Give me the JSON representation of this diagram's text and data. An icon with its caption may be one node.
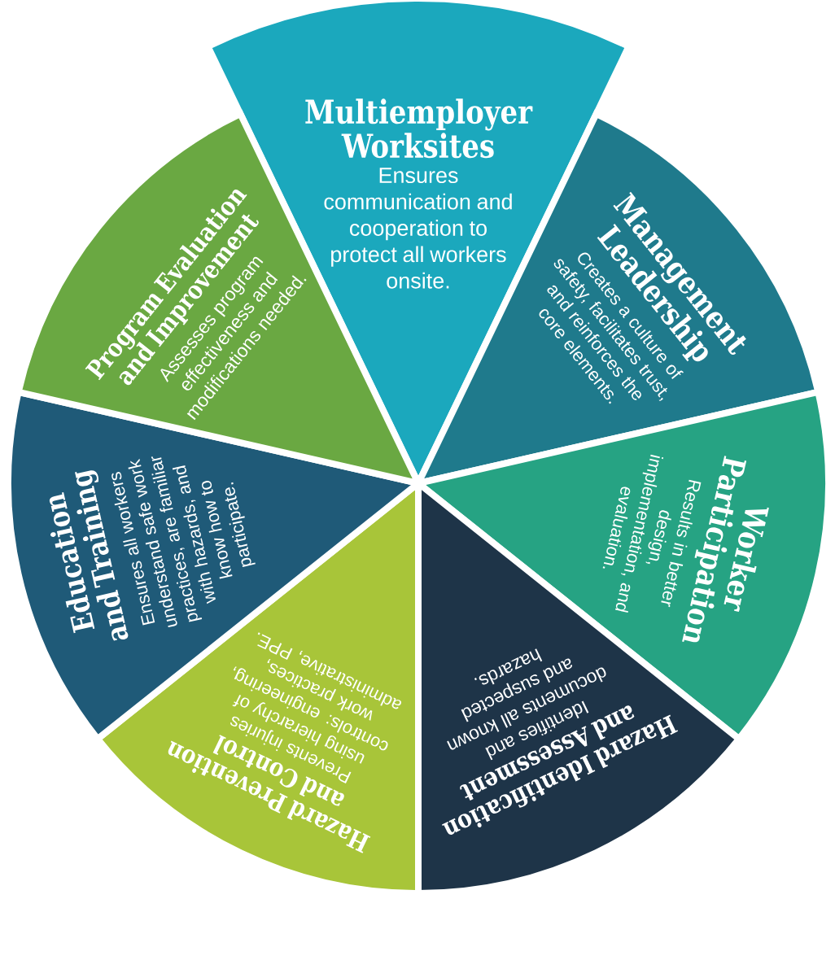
{
  "diagram": {
    "nodes": [
      {
        "text": [
          "Multiemployer Worksites",
          "Ensures communication and cooperation to protect all workers onsite."
        ]
      },
      {
        "text": [
          "Management Leadership",
          "Creates a culture of safety, facilitates trust, and reinforces the core elements."
        ]
      },
      {
        "text": [
          "Worker Participation",
          "Results in better design, implementation, and evaluation."
        ]
      },
      {
        "text": [
          "Hazard Identification and Assessment",
          "Identifies and documents all known and suspected hazards."
        ]
      },
      {
        "text": [
          "Hazard Prevention and Control",
          "Prevents injuries using hierarchy of controls: engineering, work practices, administrative, PPE."
        ]
      },
      {
        "text": [
          "Education and Training",
          "Ensures all workers understand safe work practices, are familiar with hazards, and know how to participate."
        ]
      },
      {
        "text": [
          "Program Evaluation and Improvement",
          "Assesses program effectiveness and modifications needed."
        ]
      }
    ]
  }
}
